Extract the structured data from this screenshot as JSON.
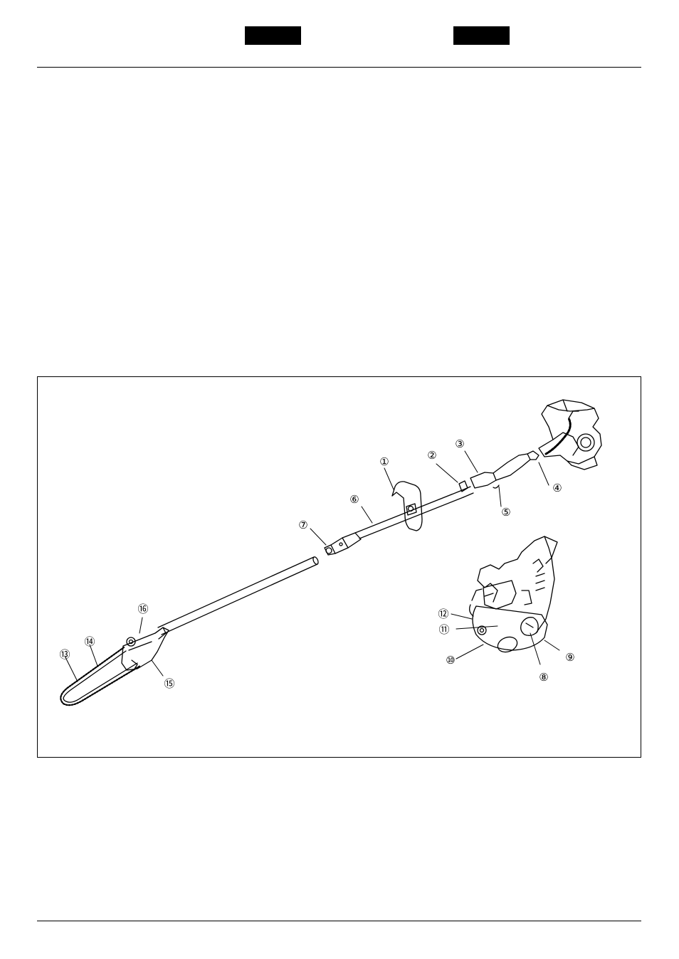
{
  "header": {
    "tab_left_label": "",
    "tab_right_label": ""
  },
  "figure": {
    "callouts": {
      "c1": "①",
      "c2": "②",
      "c3": "③",
      "c4": "④",
      "c5": "⑤",
      "c6": "⑥",
      "c7": "⑦",
      "c8": "⑧",
      "c9": "⑨",
      "c10": "⑩",
      "c11": "⑪",
      "c12": "⑫",
      "c13": "⑬",
      "c14": "⑭",
      "c15": "⑮",
      "c16": "⑯"
    }
  }
}
